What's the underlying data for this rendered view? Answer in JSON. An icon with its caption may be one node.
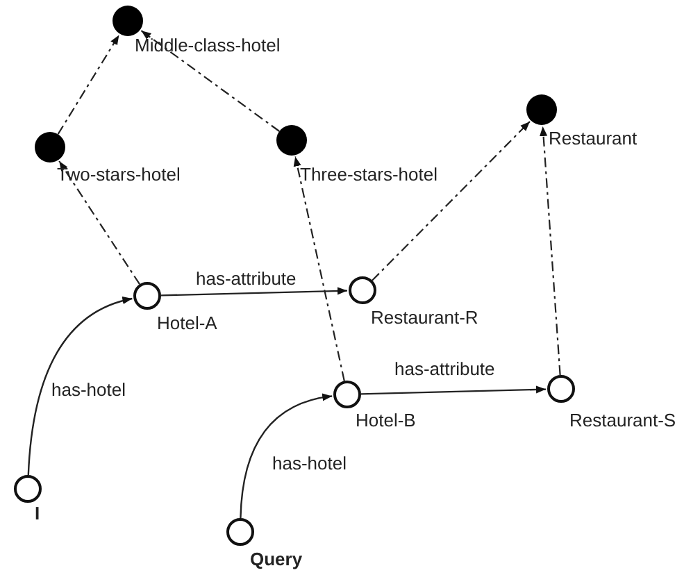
{
  "diagram": {
    "nodes": [
      {
        "text": [],
        "shape": "dot",
        "beside": [
          "Middle-class-hotel"
        ]
      },
      {
        "text": [],
        "shape": "dot",
        "beside": [
          "Two-stars-hotel"
        ]
      },
      {
        "text": [],
        "shape": "dot",
        "beside": [
          "Three-stars-hotel"
        ]
      },
      {
        "text": [],
        "shape": "dot",
        "beside": [
          "Restaurant"
        ]
      },
      {
        "text": [],
        "shape": "circle",
        "beside": [
          "Hotel-A"
        ]
      },
      {
        "text": [],
        "shape": "circle",
        "beside": [
          "Restaurant-R"
        ]
      },
      {
        "text": [],
        "shape": "circle",
        "beside": [
          "Hotel-B"
        ]
      },
      {
        "text": [],
        "shape": "circle",
        "beside": [
          "Restaurant-S"
        ]
      },
      {
        "text": [],
        "shape": "circle",
        "beside": [
          "I"
        ]
      },
      {
        "text": [],
        "shape": "circle",
        "beside": [
          "Query"
        ]
      }
    ],
    "edges": [
      {
        "from": 1,
        "to": 0,
        "arrow": "to",
        "style": "dashed"
      },
      {
        "from": 2,
        "to": 0,
        "arrow": "to",
        "style": "dashed"
      },
      {
        "from": 4,
        "to": 1,
        "arrow": "to",
        "style": "dashed"
      },
      {
        "from": 6,
        "to": 2,
        "arrow": "to",
        "style": "dashed"
      },
      {
        "from": 5,
        "to": 3,
        "arrow": "to",
        "style": "dashed"
      },
      {
        "from": 7,
        "to": 3,
        "arrow": "to",
        "style": "dashed"
      },
      {
        "from": 4,
        "to": 5,
        "arrow": "to",
        "label": "has-attribute"
      },
      {
        "from": 6,
        "to": 7,
        "arrow": "to",
        "label": "has-attribute"
      },
      {
        "from": 8,
        "to": 4,
        "arrow": "to",
        "label": "has-hotel"
      },
      {
        "from": 9,
        "to": 6,
        "arrow": "to",
        "label": "has-hotel"
      }
    ]
  }
}
